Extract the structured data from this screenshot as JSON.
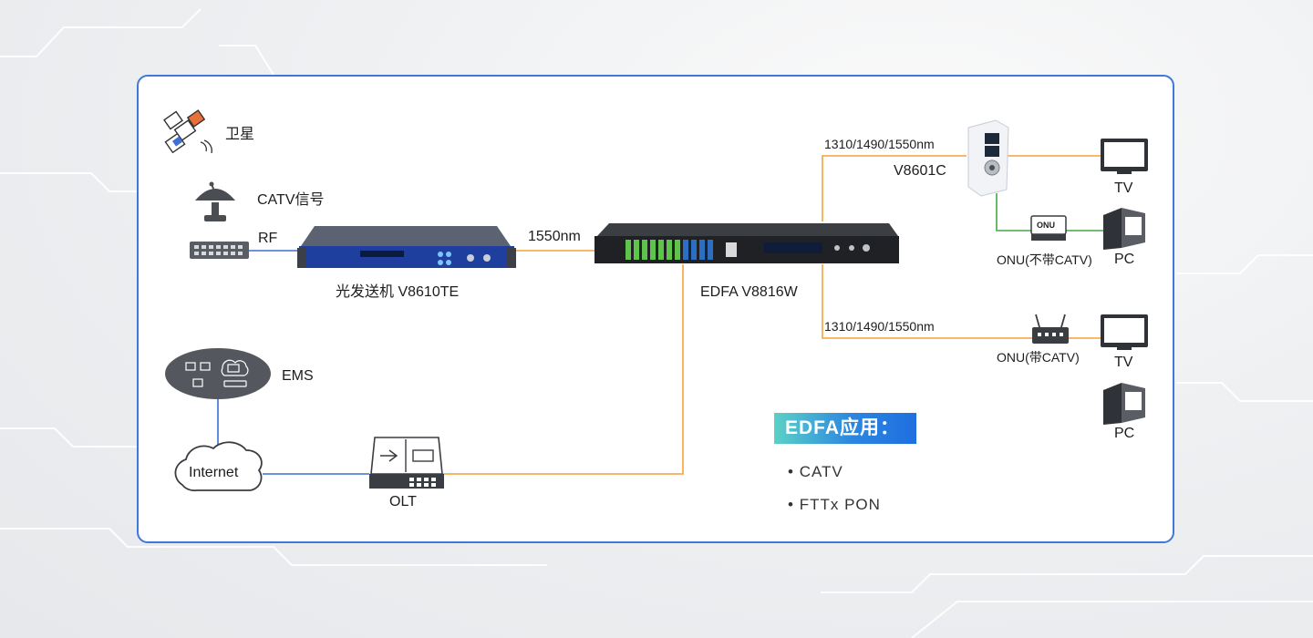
{
  "labels": {
    "satellite": "卫星",
    "catv_signal": "CATV信号",
    "rf": "RF",
    "transmitter": "光发送机  V8610TE",
    "wavelength_1550": "1550nm",
    "edfa_prefix": "EDFA",
    "edfa_model": "V8816W",
    "wavelength_upper": "1310/1490/1550nm",
    "wavelength_lower": "1310/1490/1550nm",
    "v8601c": "V8601C",
    "tv_upper": "TV",
    "tv_lower": "TV",
    "pc_upper": "PC",
    "pc_lower": "PC",
    "onu_without_catv": "ONU(不带CATV)",
    "onu_with_catv": "ONU(带CATV)",
    "onu_box_text": "ONU",
    "ems": "EMS",
    "internet": "Internet",
    "olt": "OLT"
  },
  "applications": {
    "title": "EDFA应用：",
    "items": [
      "CATV",
      "FTTx PON"
    ]
  },
  "colors": {
    "border": "#3f78d8",
    "fiber": "#f5a13a",
    "rf_link": "#3d6fd6",
    "lan_link": "#45a845",
    "accent": "#f07c14",
    "device_blue": "#1e3f9e",
    "device_black": "#202124"
  }
}
